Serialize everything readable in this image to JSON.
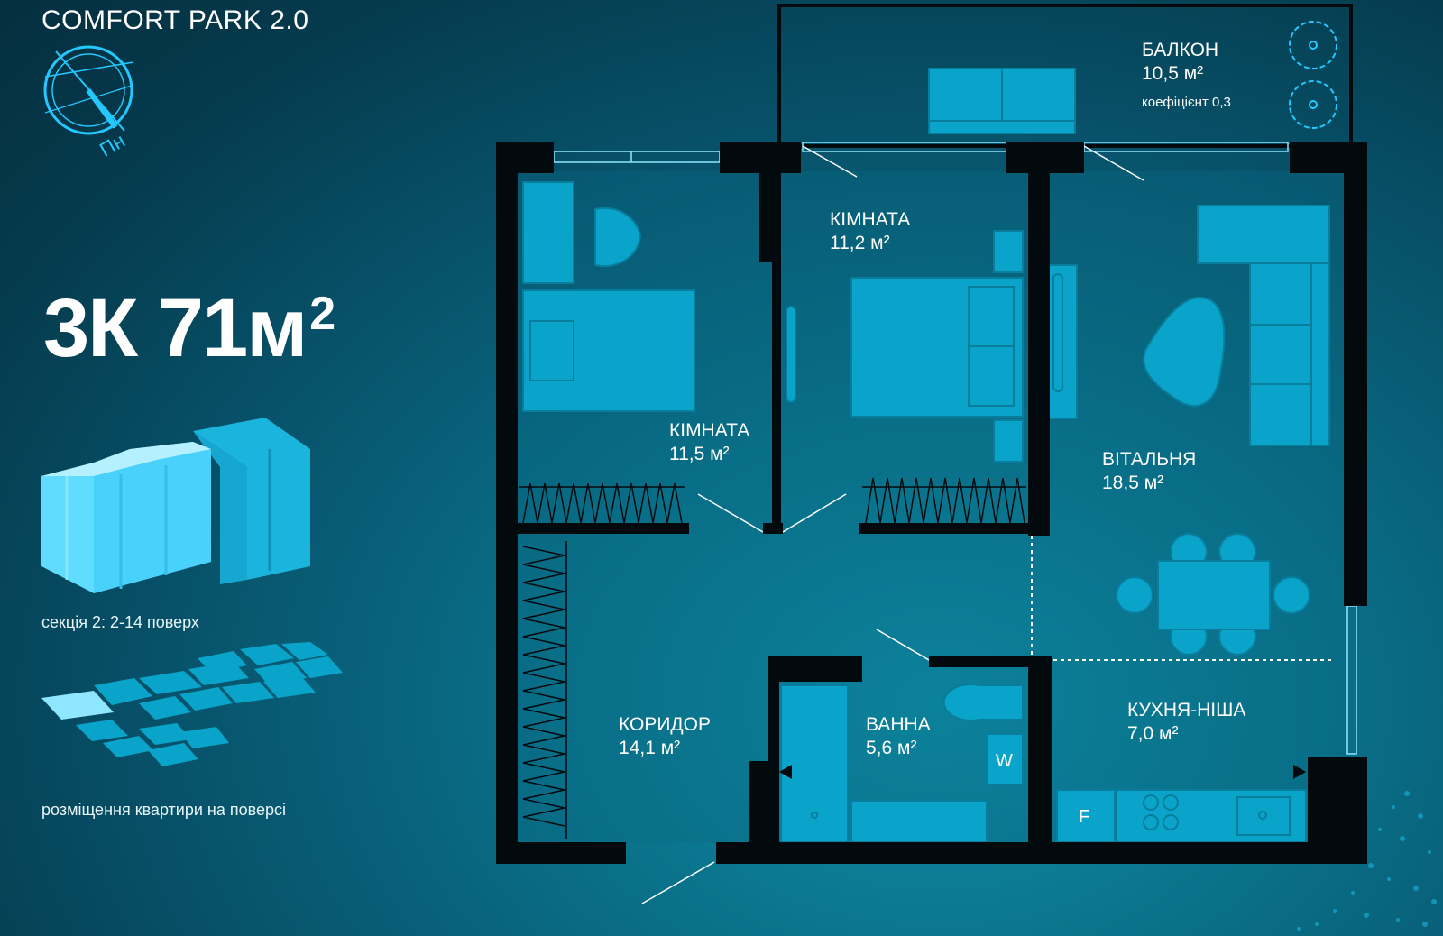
{
  "header": {
    "title": "COMFORT PARK 2.0",
    "apartment_type": "3К 71м",
    "apartment_unit_superscript": "2"
  },
  "compass": {
    "label": "Пн"
  },
  "section": {
    "caption": "секція 2: 2-14 поверх"
  },
  "floor_position": {
    "caption": "розміщення квартири на поверсі"
  },
  "rooms": {
    "balcony": {
      "name": "БАЛКОН",
      "area": "10,5 м²",
      "note": "коефіцієнт 0,3"
    },
    "room_left": {
      "name": "КІМНАТА",
      "area": "11,5 м²"
    },
    "room_middle": {
      "name": "КІМНАТА",
      "area": "11,2 м²"
    },
    "living": {
      "name": "ВІТАЛЬНЯ",
      "area": "18,5 м²"
    },
    "corridor": {
      "name": "КОРИДОР",
      "area": "14,1 м²"
    },
    "bath": {
      "name": "ВАННА",
      "area": "5,6 м²"
    },
    "kitchen": {
      "name": "КУХНЯ-НІША",
      "area": "7,0 м²"
    }
  },
  "appliances": {
    "washer": "W",
    "fridge": "F"
  },
  "colors": {
    "accent": "#24c8ff",
    "furniture": "#0aa3c9",
    "walls": "#030a0e",
    "background": "#07526a"
  }
}
